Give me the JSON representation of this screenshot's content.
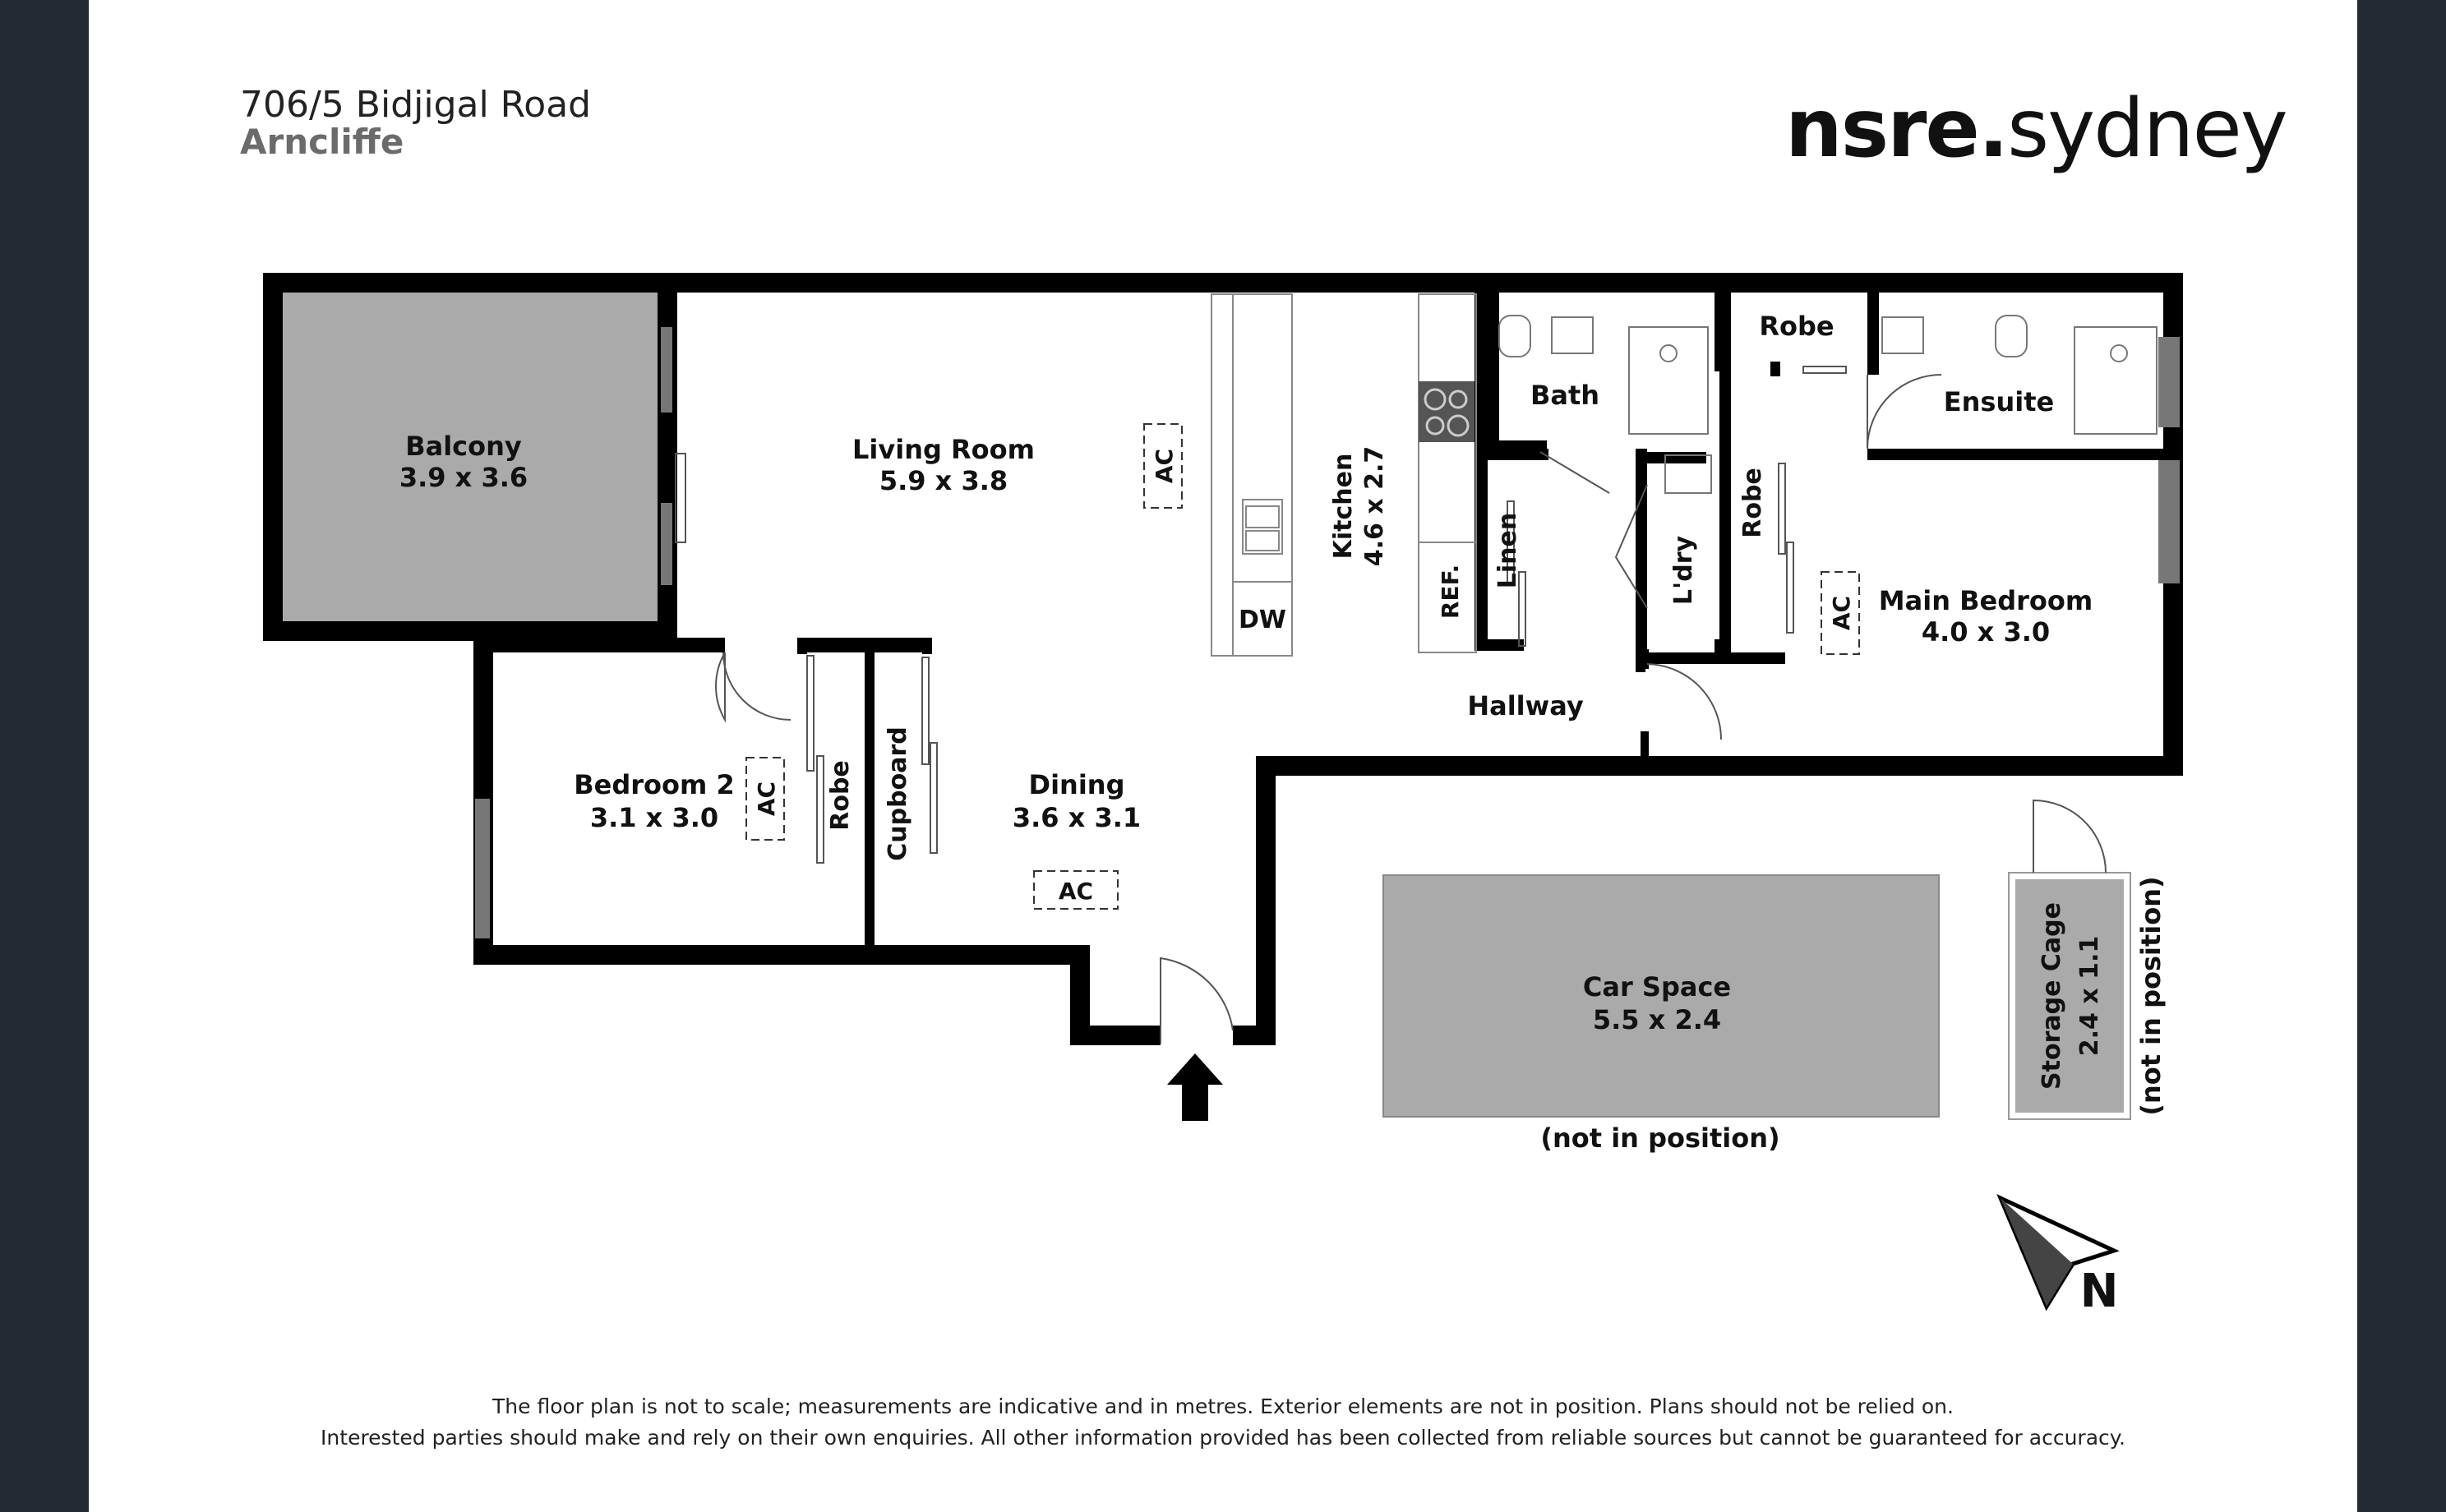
{
  "header": {
    "address_line1": "706/5 Bidjigal Road",
    "address_line2": "Arncliffe",
    "logo_bold": "nsre.",
    "logo_light": "sydney"
  },
  "rooms": {
    "balcony": {
      "name": "Balcony",
      "dims": "3.9 x 3.6"
    },
    "living": {
      "name": "Living Room",
      "dims": "5.9 x 3.8"
    },
    "kitchen": {
      "name": "Kitchen",
      "dims": "4.6 x 2.7"
    },
    "bath": {
      "name": "Bath"
    },
    "robe_top": {
      "name": "Robe"
    },
    "ensuite": {
      "name": "Ensuite"
    },
    "linen": {
      "name": "Linen"
    },
    "ldry": {
      "name": "L'dry"
    },
    "robe_main": {
      "name": "Robe"
    },
    "main_bedroom": {
      "name": "Main Bedroom",
      "dims": "4.0 x 3.0"
    },
    "hallway": {
      "name": "Hallway"
    },
    "bedroom2": {
      "name": "Bedroom 2",
      "dims": "3.1 x 3.0"
    },
    "robe_bed2": {
      "name": "Robe"
    },
    "cupboard": {
      "name": "Cupboard"
    },
    "dining": {
      "name": "Dining",
      "dims": "3.6 x 3.1"
    },
    "car_space": {
      "name": "Car Space",
      "dims": "5.5 x 2.4",
      "note": "(not in position)"
    },
    "storage_cage": {
      "name": "Storage Cage",
      "dims": "2.4 x 1.1",
      "note": "(not in position)"
    }
  },
  "fixtures": {
    "ac": "AC",
    "dishwasher": "DW",
    "fridge": "REF."
  },
  "compass": {
    "label": "N"
  },
  "disclaimer": {
    "line1": "The floor plan is not to scale; measurements are indicative and in metres. Exterior elements are not in position. Plans should not be relied on.",
    "line2": "Interested parties should make and rely on their own enquiries. All other information provided has been collected from reliable sources but cannot be guaranteed for accuracy."
  },
  "colors": {
    "frame": "#232a31",
    "wall": "#000000",
    "outdoor_fill": "#aaaaaa",
    "window": "#777777",
    "address_secondary": "#6b6b6b"
  }
}
